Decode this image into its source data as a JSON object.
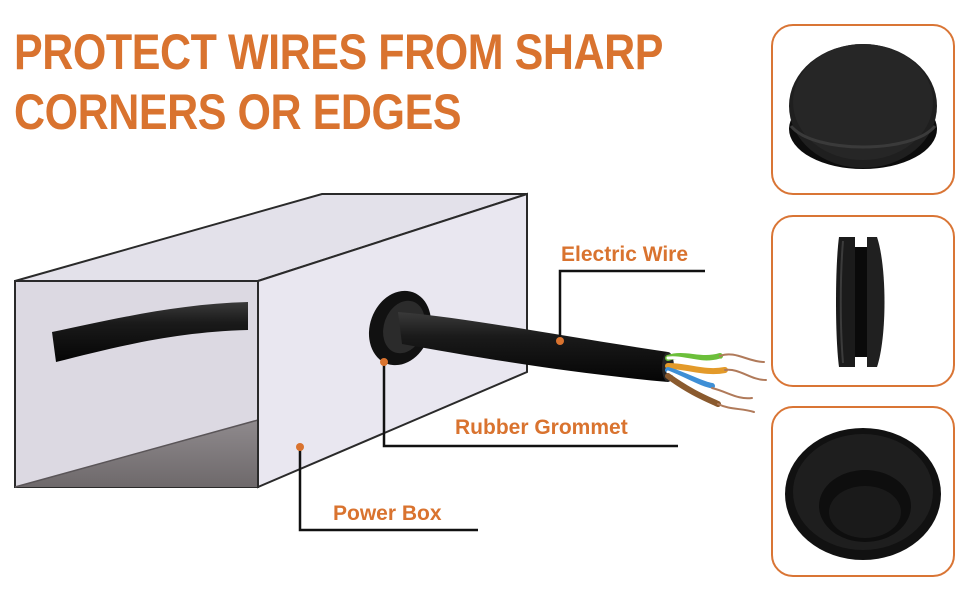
{
  "headline": {
    "line1": "PROTECT WIRES FROM SHARP",
    "line2": "CORNERS OR EDGES"
  },
  "labels": {
    "electric_wire": "Electric Wire",
    "rubber_grommet": "Rubber Grommet",
    "power_box": "Power Box"
  },
  "colors": {
    "accent": "#d9732f",
    "leader_line": "#111111",
    "box_face": "#e8e6ef",
    "grommet": "#141414"
  },
  "product_views": [
    "grommet-top-view",
    "grommet-side-view",
    "grommet-bottom-view"
  ]
}
